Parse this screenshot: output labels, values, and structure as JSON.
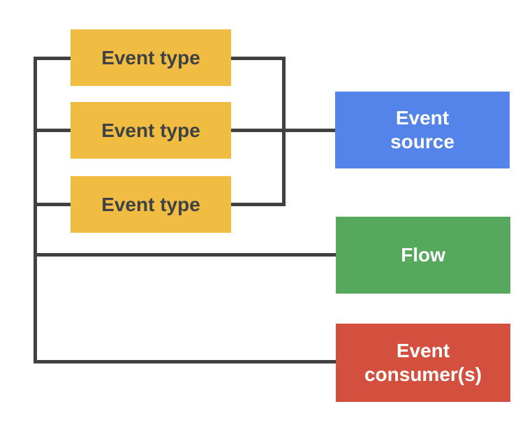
{
  "diagram": {
    "event_types": [
      {
        "label": "Event type"
      },
      {
        "label": "Event type"
      },
      {
        "label": "Event type"
      }
    ],
    "event_source": {
      "label": "Event\nsource"
    },
    "flow": {
      "label": "Flow"
    },
    "event_consumers": {
      "label": "Event\nconsumer(s)"
    },
    "connections": [
      "event-type-1 -> event-source",
      "event-type-2 -> event-source",
      "event-type-3 -> event-source",
      "left-bus -> flow",
      "left-bus -> event-consumers"
    ],
    "colors": {
      "event_type_bg": "#F0BC42",
      "event_type_text": "#3F4245",
      "event_source_bg": "#5484E9",
      "flow_bg": "#56A85C",
      "event_consumers_bg": "#D4503E",
      "connector_line": "#414141",
      "light_text": "#FFFFFF",
      "background": "#FFFFFF"
    }
  }
}
